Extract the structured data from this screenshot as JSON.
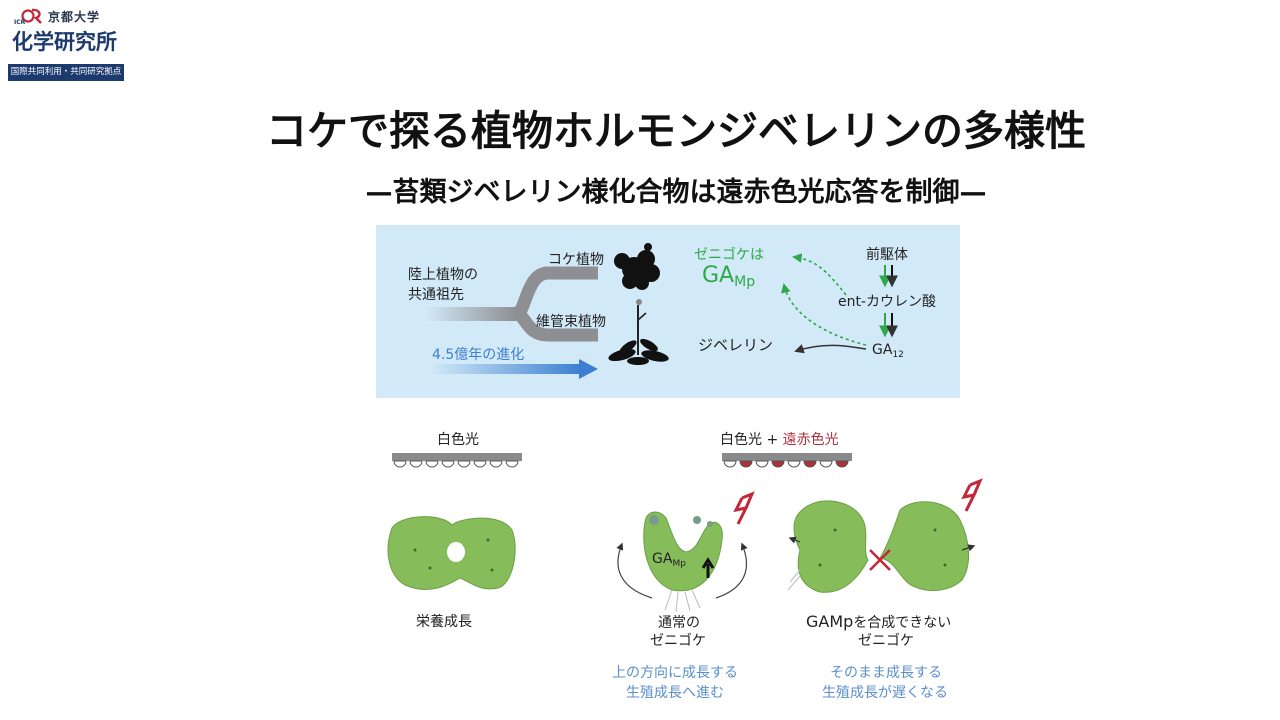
{
  "logo": {
    "university": "京都大学",
    "institute": "化学研究所",
    "mark_text": "ICR",
    "tagline": "国際共同利用・共同研究拠点"
  },
  "title": "コケで探る植物ホルモンジベレリンの多様性",
  "subtitle": "—苔類ジベレリン様化合物は遠赤色光応答を制御—",
  "evolution": {
    "ancestor_line1": "陸上植物の",
    "ancestor_line2": "共通祖先",
    "moss": "コケ植物",
    "vascular": "維管束植物",
    "time_arrow": "4.5億年の進化"
  },
  "pathway": {
    "marchantia_label": "ゼニゴケは",
    "ga_mp_base": "GA",
    "ga_mp_sub": "Mp",
    "precursor": "前駆体",
    "ent_kaurenoic": "ent-カウレン酸",
    "gibberellin": "ジベレリン",
    "ga12_base": "GA",
    "ga12_sub": "12"
  },
  "light": {
    "white_only": "白色光",
    "white_prefix": "白色光",
    "plus": "+",
    "far_red": "遠赤色光"
  },
  "labels": {
    "vegetative": "栄養成長",
    "normal_line1": "通常の",
    "normal_line2": "ゼニゴケ",
    "mutant_prefix_base": "GA",
    "mutant_prefix_sub": "Mp",
    "mutant_suffix": "を合成できない",
    "mutant_line2": "ゼニゴケ",
    "in_gamp_base": "GA",
    "in_gamp_sub": "Mp",
    "normal_effect_line1": "上の方向に成長する",
    "normal_effect_line2": "生殖成長へ進む",
    "mutant_effect_line1": "そのまま成長する",
    "mutant_effect_line2": "生殖成長が遅くなる"
  },
  "colors": {
    "panel": "#d2e9f8",
    "green_text": "#2fa84a",
    "blue_text": "#5b8fc9",
    "far_red": "#b0303c",
    "navy": "#1d3a6e",
    "thallus": "#86bd5a"
  }
}
